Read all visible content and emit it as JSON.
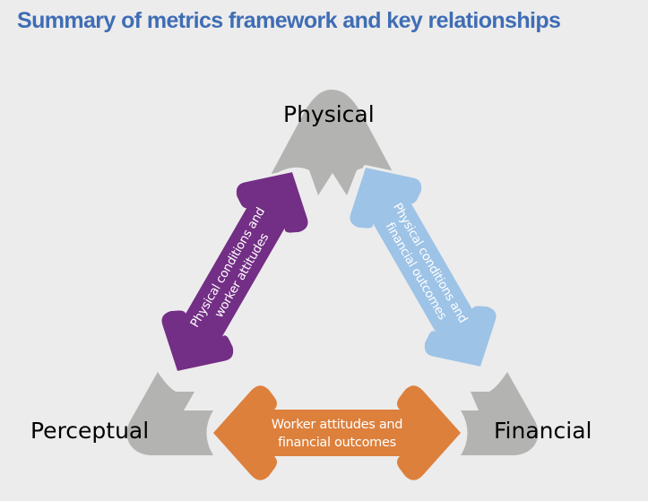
{
  "title": "Summary of metrics framework and key relationships",
  "colors": {
    "title": "#3f6db5",
    "background": "#ececec",
    "triangle": "#b3b3b2",
    "purple": "#732e85",
    "light_blue": "#9dc3e6",
    "orange": "#dd803c",
    "arrow_text": "#ffffff",
    "node_text": "#000000"
  },
  "nodes": {
    "top": "Physical",
    "left": "Perceptual",
    "right": "Financial"
  },
  "relationships": {
    "physical_perceptual": {
      "line1": "Physical conditions and",
      "line2": "worker attitudes"
    },
    "physical_financial": {
      "line1": "Physical conditions and",
      "line2": "financial outcomes"
    },
    "perceptual_financial": {
      "line1": "Worker attitudes and",
      "line2": "financial outcomes"
    }
  }
}
